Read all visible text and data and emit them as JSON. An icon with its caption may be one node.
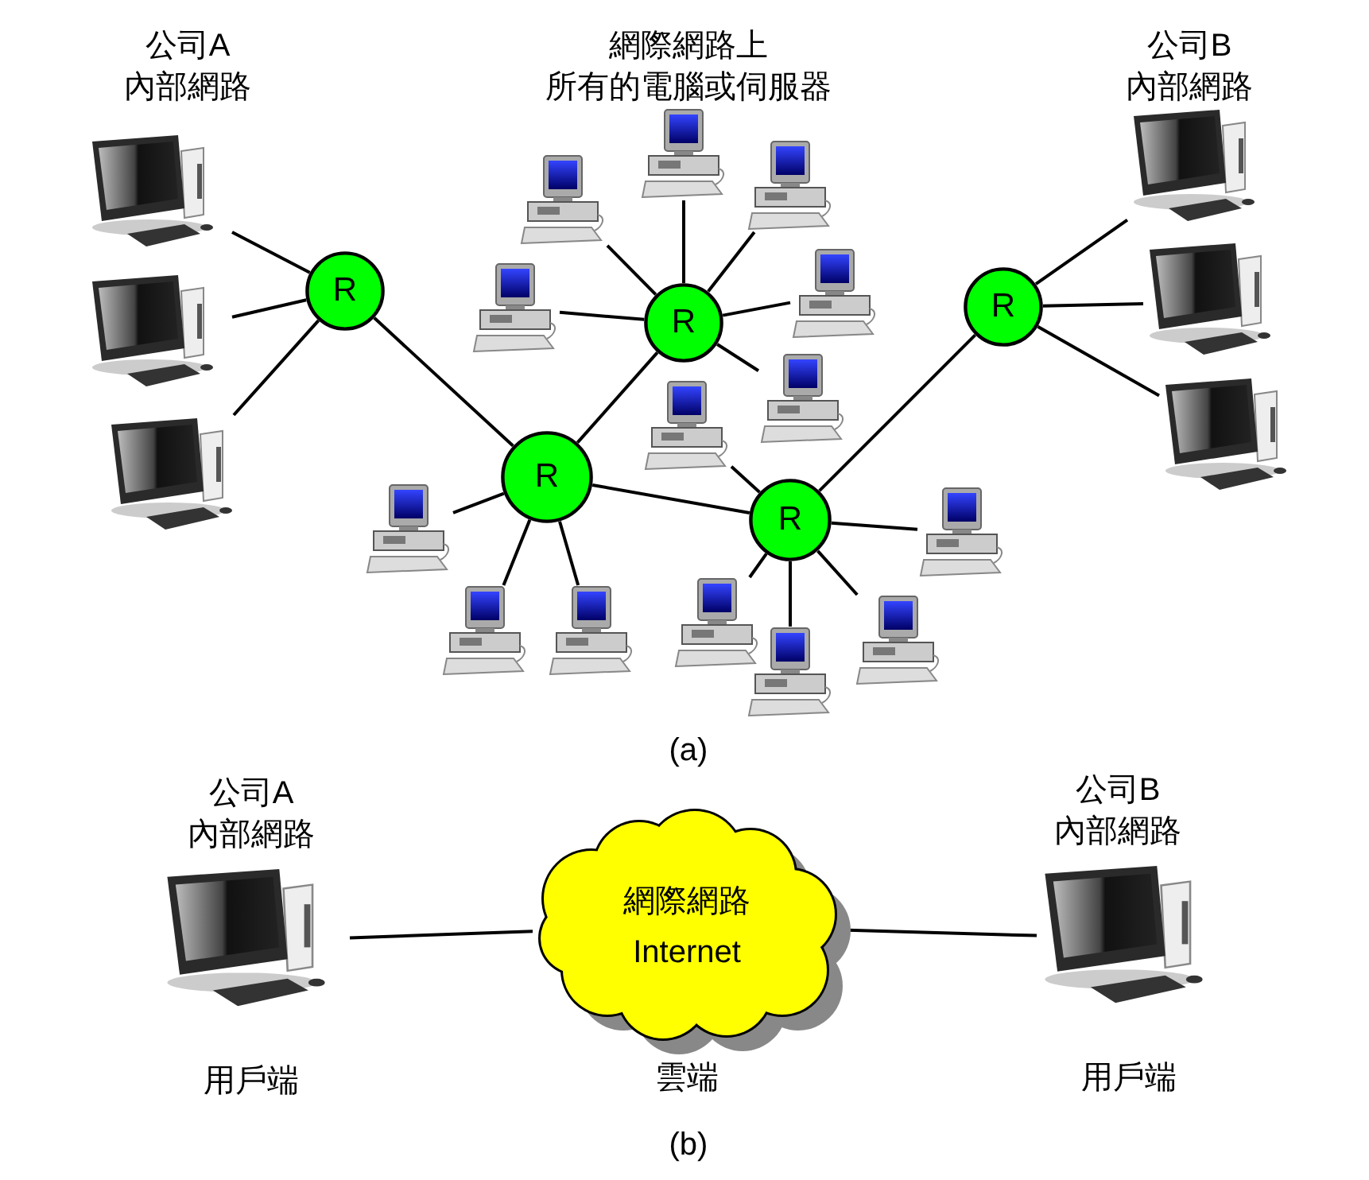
{
  "diagram": {
    "nodes": [
      {
        "text": [],
        "shape": "picture"
      },
      {
        "text": [],
        "shape": "picture"
      },
      {
        "text": [],
        "shape": "picture"
      },
      {
        "text": [
          "R"
        ]
      },
      {
        "text": [
          "R"
        ]
      },
      {
        "text": [
          "R"
        ]
      },
      {
        "text": [
          "R"
        ]
      },
      {
        "text": [
          "R"
        ]
      },
      {
        "text": [],
        "shape": "picture"
      },
      {
        "text": [],
        "shape": "picture"
      },
      {
        "text": [],
        "shape": "picture"
      },
      {
        "text": [],
        "shape": "picture"
      },
      {
        "text": [],
        "shape": "picture"
      },
      {
        "text": [],
        "shape": "picture"
      },
      {
        "text": [],
        "shape": "picture"
      },
      {
        "text": [],
        "shape": "picture"
      },
      {
        "text": [],
        "shape": "picture"
      },
      {
        "text": [],
        "shape": "picture"
      },
      {
        "text": [],
        "shape": "picture"
      },
      {
        "text": [],
        "shape": "picture"
      },
      {
        "text": [],
        "shape": "picture"
      },
      {
        "text": [],
        "shape": "picture"
      },
      {
        "text": [],
        "shape": "picture"
      },
      {
        "text": [],
        "shape": "picture"
      },
      {
        "text": [],
        "shape": "picture"
      },
      {
        "text": [],
        "shape": "picture",
        "beside": [
          "公司A內部網路",
          "用戶端"
        ]
      },
      {
        "text": [
          "網際網路",
          "Internet"
        ],
        "beside": [
          "雲端"
        ]
      },
      {
        "text": [],
        "shape": "picture",
        "beside": [
          "公司B內部網路",
          "用戶端"
        ]
      }
    ],
    "edges": [
      {
        "from": 0,
        "to": 3,
        "arrow": "none"
      },
      {
        "from": 1,
        "to": 3,
        "arrow": "none"
      },
      {
        "from": 2,
        "to": 3,
        "arrow": "none"
      },
      {
        "from": 3,
        "to": 5,
        "arrow": "none"
      },
      {
        "from": 5,
        "to": 4,
        "arrow": "none"
      },
      {
        "from": 5,
        "to": 6,
        "arrow": "none"
      },
      {
        "from": 6,
        "to": 7,
        "arrow": "none"
      },
      {
        "from": 8,
        "to": 4,
        "arrow": "none"
      },
      {
        "from": 9,
        "to": 4,
        "arrow": "none"
      },
      {
        "from": 10,
        "to": 4,
        "arrow": "none"
      },
      {
        "from": 11,
        "to": 4,
        "arrow": "none"
      },
      {
        "from": 12,
        "to": 4,
        "arrow": "none"
      },
      {
        "from": 13,
        "to": 4,
        "arrow": "none"
      },
      {
        "from": 14,
        "to": 6,
        "arrow": "none"
      },
      {
        "from": 15,
        "to": 5,
        "arrow": "none"
      },
      {
        "from": 16,
        "to": 5,
        "arrow": "none"
      },
      {
        "from": 17,
        "to": 5,
        "arrow": "none"
      },
      {
        "from": 18,
        "to": 6,
        "arrow": "none"
      },
      {
        "from": 19,
        "to": 6,
        "arrow": "none"
      },
      {
        "from": 20,
        "to": 6,
        "arrow": "none"
      },
      {
        "from": 21,
        "to": 6,
        "arrow": "none"
      },
      {
        "from": 7,
        "to": 22,
        "arrow": "none"
      },
      {
        "from": 7,
        "to": 23,
        "arrow": "none"
      },
      {
        "from": 7,
        "to": 24,
        "arrow": "none"
      },
      {
        "from": 25,
        "to": 26,
        "arrow": "none"
      },
      {
        "from": 26,
        "to": 27,
        "arrow": "none"
      }
    ],
    "labels": [
      "公司A內部網路",
      "網際網路上所有的電腦或伺服器",
      "公司B內部網路",
      "(a)",
      "(b)"
    ]
  }
}
